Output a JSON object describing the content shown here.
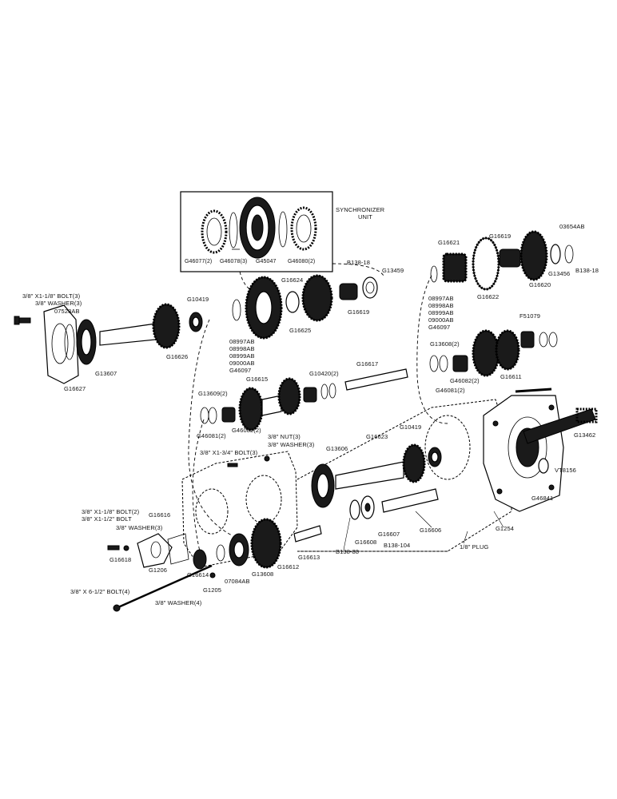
{
  "synchro": {
    "title": "SYNCHRONIZER UNIT",
    "p1": "G46077(2)",
    "p2": "G46078(3)",
    "p3": "G45047",
    "p4": "G46080(2)"
  },
  "labels": {
    "b1": "3/8\" X1-1/8\" BOLT(3)",
    "w1": "3/8\" WASHER(3)",
    "p07528": "07528AB",
    "g10419a": "G10419",
    "g13607": "G13607",
    "g16627": "G16627",
    "g16626": "G16626",
    "shim1": [
      "08997AB",
      "08998AB",
      "08999AB",
      "09000AB",
      "G46097"
    ],
    "g16624": "G16624",
    "g16625": "G16625",
    "g16619a": "G16619",
    "b138_18a": "B138-18",
    "g13459": "G13459",
    "g16621": "G16621",
    "g16622": "G16622",
    "g16619b": "G16619",
    "g16620": "G16620",
    "g13456": "G13456",
    "p03654": "03654AB",
    "b138_18b": "B138-18",
    "shim2": [
      "08997AB",
      "08998AB",
      "08999AB",
      "09000AB",
      "G46097"
    ],
    "f51079": "F51079",
    "g13608a": "G13608(2)",
    "g46082a": "G46082(2)",
    "g16611": "G16611",
    "g46081a": "G46081(2)",
    "g16615": "G16615",
    "g10420": "G10420(2)",
    "g16617": "G16617",
    "g13609": "G13609(2)",
    "g46081b": "G46081(2)",
    "g46082b": "G46082(2)",
    "nut": "3/8\" NUT(3)",
    "w2": "3/8\" WASHER(3)",
    "b2": "3/8\" X1-3/4\" BOLT(3)",
    "g13606": "G13606",
    "g16623": "G16623",
    "g10419b": "G10419",
    "g13462": "G13462",
    "vt8156": "VT8156",
    "g46841": "G46841",
    "b3": "3/8\" X1-1/8\" BOLT(2)",
    "b4": "3/8\" X1-1/2\" BOLT",
    "w3": "3/8\" WASHER(3)",
    "g16616": "G16616",
    "g16618": "G16618",
    "g1206": "G1206",
    "g16614": "G16614",
    "p07084": "07084AB",
    "g13608b": "G13608",
    "g16612": "G16612",
    "g16613": "G16613",
    "b138_88": "B138-88",
    "g16608": "G16608",
    "g16607": "G16607",
    "b138_104": "B138-104",
    "g16606": "G16606",
    "g1254": "G1254",
    "plug": "1/8\" PLUG",
    "b5": "3/8\" X 6-1/2\" BOLT(4)",
    "g1205": "G1205",
    "w4": "3/8\" WASHER(4)"
  }
}
